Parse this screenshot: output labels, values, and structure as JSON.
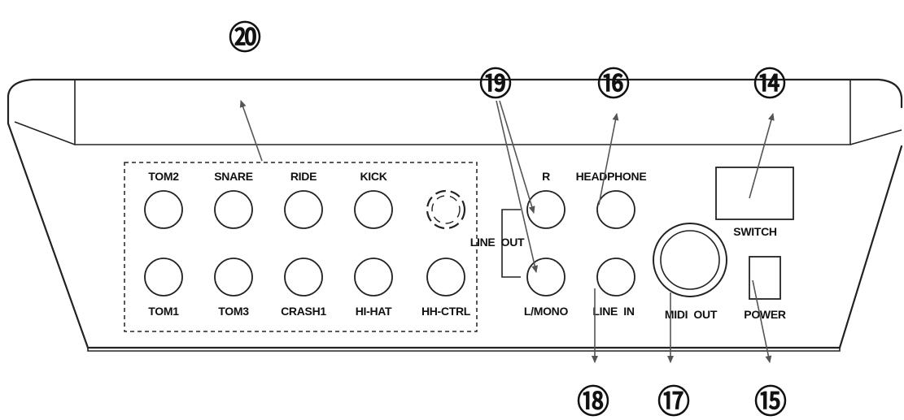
{
  "callouts": {
    "c14": "⑭",
    "c15": "⑮",
    "c16": "⑯",
    "c17": "⑰",
    "c18": "⑱",
    "c19": "⑲",
    "c20": "⑳"
  },
  "labels": {
    "tom2": "TOM2",
    "snare": "SNARE",
    "ride": "RIDE",
    "kick": "KICK",
    "tom1": "TOM1",
    "tom3": "TOM3",
    "crash1": "CRASH1",
    "hihat": "HI-HAT",
    "hhctrl": "HH-CTRL",
    "r": "R",
    "headphone": "HEADPHONE",
    "line_out": "LINE  OUT",
    "lmono": "L/MONO",
    "line_in": "LINE  IN",
    "midi_out": "MIDI  OUT",
    "switch": "SWITCH",
    "power": "POWER"
  }
}
